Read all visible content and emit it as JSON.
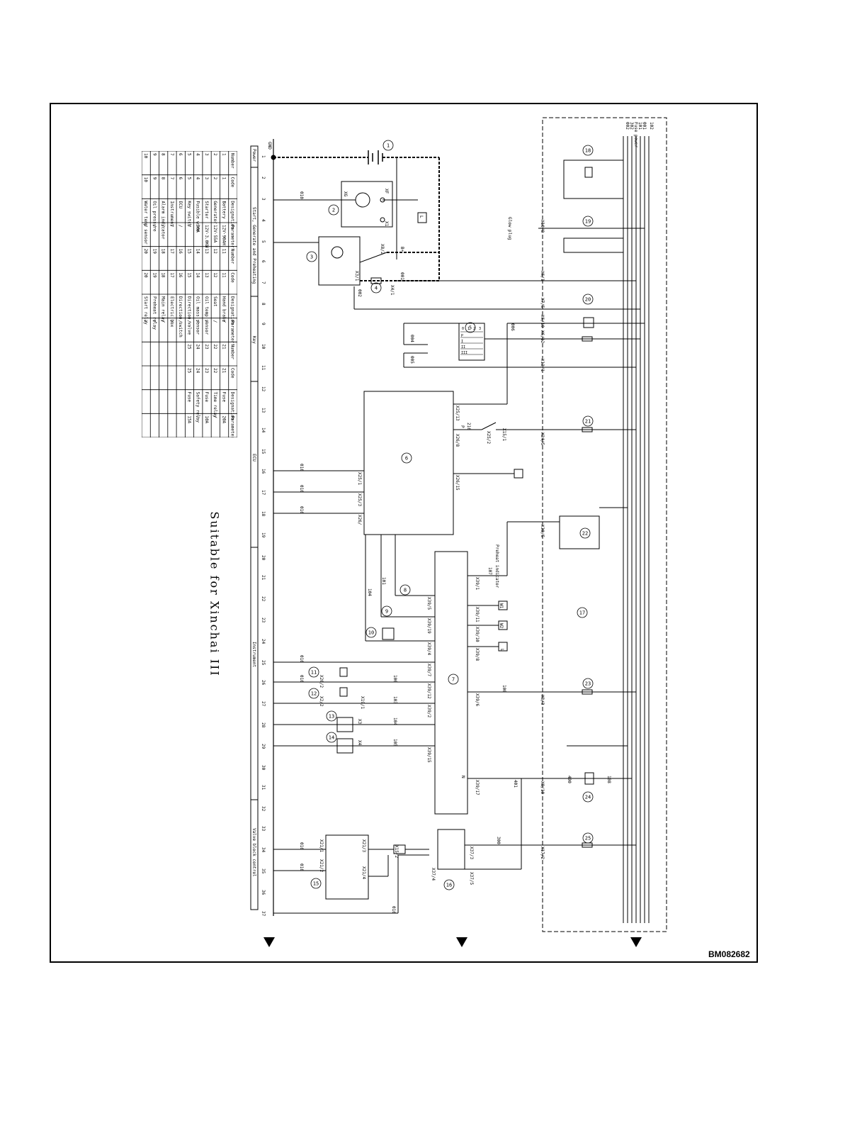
{
  "document": {
    "code": "BM082682",
    "title": "Suitable for Xinchai III"
  },
  "section_headers": [
    "Power",
    "Start, Generate and Preheating",
    "Key",
    "ECU",
    "Instrument",
    "Valve block control"
  ],
  "column_numbers": [
    "1",
    "2",
    "3",
    "4",
    "5",
    "6",
    "7",
    "8",
    "9",
    "10",
    "11",
    "12",
    "13",
    "14",
    "15",
    "16",
    "17",
    "18",
    "19",
    "20",
    "21",
    "22",
    "23",
    "24",
    "25",
    "26",
    "27",
    "28",
    "29",
    "30",
    "31",
    "32",
    "33",
    "34",
    "35",
    "36",
    "37"
  ],
  "legend_table": {
    "headers": [
      "Number",
      "Code",
      "Designation",
      "Parameter",
      "Number",
      "Code",
      "Designation",
      "Parameter",
      "Number",
      "Code",
      "Designation",
      "Parameter"
    ],
    "rows": [
      [
        "1",
        "1",
        "Battery",
        "12V·90AH",
        "11",
        "11",
        "Hand brake",
        "/",
        "21",
        "21",
        "Fuse",
        "20A"
      ],
      [
        "2",
        "2",
        "Generator",
        "12V·55A",
        "12",
        "12",
        "Seat",
        "/",
        "22",
        "22",
        "Time relay",
        "/"
      ],
      [
        "3",
        "3",
        "Starter",
        "12V·3.0KW",
        "13",
        "13",
        "Oil temp sensor",
        "/",
        "23",
        "23",
        "Fuse",
        "10A"
      ],
      [
        "4",
        "4",
        "Fusible wire",
        "90A",
        "14",
        "14",
        "Oil mass sensor",
        "/",
        "24",
        "24",
        "Safety relay",
        "/"
      ],
      [
        "5",
        "5",
        "Key switch",
        "/",
        "15",
        "15",
        "Direction valve",
        "/",
        "25",
        "25",
        "Fuse",
        "15A"
      ],
      [
        "6",
        "6",
        "ECU",
        "/",
        "16",
        "16",
        "Direction switch",
        "/",
        "",
        "",
        "",
        ""
      ],
      [
        "7",
        "7",
        "Instrument",
        "/",
        "17",
        "17",
        "Electric box",
        "/",
        "",
        "",
        "",
        ""
      ],
      [
        "8",
        "8",
        "Alarm indicator",
        "/",
        "18",
        "18",
        "Main relay",
        "/",
        "",
        "",
        "",
        ""
      ],
      [
        "9",
        "9",
        "Oil pressure",
        "/",
        "19",
        "19",
        "Preheat relay",
        "/",
        "",
        "",
        "",
        ""
      ],
      [
        "10",
        "10",
        "Water temp sensor",
        "/",
        "20",
        "20",
        "Start relay",
        "/",
        "",
        "",
        "",
        ""
      ]
    ]
  },
  "bus_labels": [
    "Fuse power",
    "101",
    "001",
    "002",
    "302",
    "102"
  ],
  "component_numbers": [
    "1",
    "2",
    "3",
    "4",
    "5",
    "6",
    "7",
    "8",
    "9",
    "10",
    "11",
    "12",
    "13",
    "14",
    "15",
    "16",
    "17",
    "18",
    "19",
    "20",
    "21",
    "22",
    "23",
    "24",
    "25"
  ],
  "wire_labels": {
    "gnd": "GND",
    "w010": "010",
    "w001": "001",
    "w002": "002",
    "bplus": "B+",
    "w004": "004",
    "w005": "005",
    "w006": "006",
    "w210": "210",
    "w101": "101",
    "w104": "104",
    "w106": "106",
    "w103": "103",
    "w105": "105",
    "w100": "100",
    "w401": "401",
    "w300": "300",
    "w104b": "104",
    "w105b": "105",
    "w107": "107",
    "w400": "400",
    "w108": "108",
    "w006b": "006"
  },
  "connector_labels": {
    "x8_2": "X8/2",
    "xg": "XG",
    "xf": "XF",
    "x1": "X1",
    "x3_1": "X3/1",
    "x4_1": "X4/1",
    "x6_1": "X6/1",
    "x7_5": "X7/5",
    "x6_10": "X6/10",
    "x6_12": "X6/12",
    "x12_1": "X12/1",
    "x10_8": "X10/8",
    "x25_13": "X25/13",
    "x26_8": "X26/8",
    "x25_2": "X25/2",
    "x24_5": "X24/5",
    "x15_1": "X15/1",
    "x26_15": "X26/15",
    "x25_1": "X25/1",
    "x25_3": "X25/3",
    "x26": "X26/",
    "x30_5": "X30/5",
    "x39_1": "X39/1",
    "x39_11": "X39/11",
    "x39_10": "X39/10",
    "x39_8": "X39/8",
    "x39_6": "X39/6",
    "x39_17": "X39/17",
    "x8_3": "X8/3",
    "x8_10": "X8/10",
    "x17_2": "X17/2",
    "x37_3": "X37/3",
    "x37_5": "X37/5",
    "x37_4": "X37/4",
    "x39_5": "X39/5",
    "x39_19": "X39/19",
    "x39_4": "X39/4",
    "x39_7": "X39/7",
    "x39_12": "X39/12",
    "x39_2": "X39/2",
    "x39_15": "X39/15",
    "x20_2": "X20/2",
    "x2_2": "X2/2",
    "x19_1": "X19/1",
    "x3": "X3",
    "x4": "X4",
    "x21_1": "X21/1",
    "x21_2": "X21/2",
    "x21_3": "X21/3",
    "x21_4": "X21/4",
    "x15_2": "X15/2"
  },
  "side_labels": {
    "glow_plug": "Glow plug",
    "preheat_indicator": "Preheat indicator",
    "l": "L",
    "w1": "W1",
    "w2": "W2",
    "nu": "N",
    "p": "P",
    "x12": "X12"
  },
  "key_table": {
    "cols": [
      "0",
      "1",
      "2",
      "3"
    ],
    "rows": [
      "P",
      "I",
      "II",
      "III"
    ]
  },
  "colors": {
    "line": "#000000",
    "background": "#ffffff"
  }
}
